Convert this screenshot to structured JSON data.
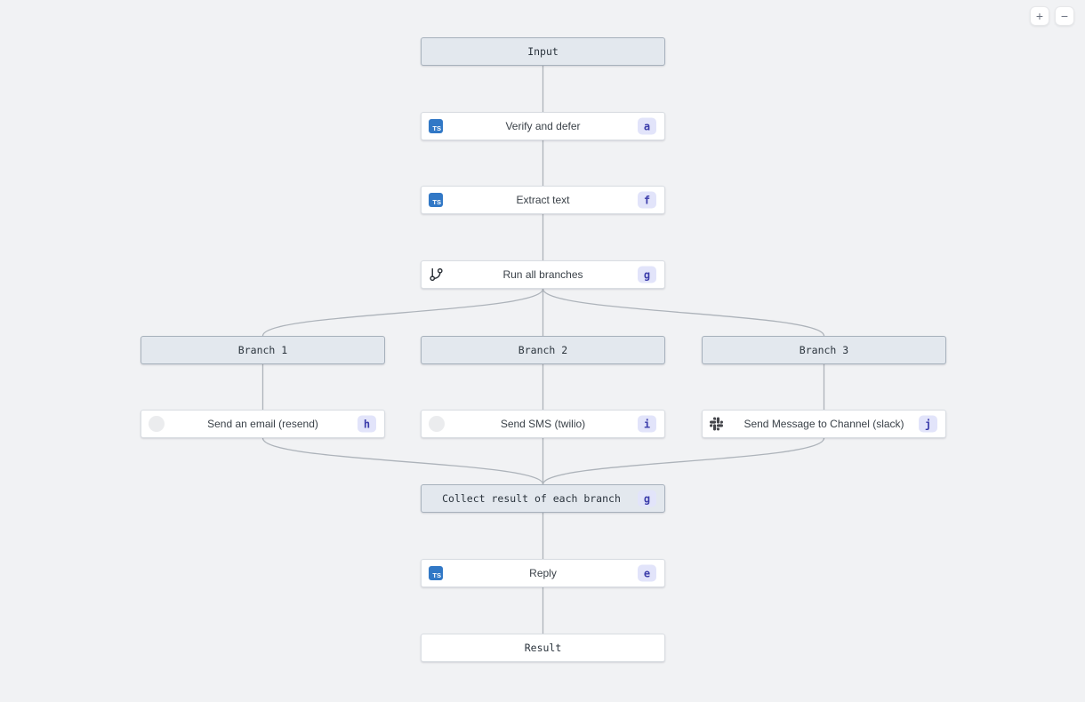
{
  "app": {
    "type": "workflow-diagram-canvas"
  },
  "zoom_controls": {
    "zoom_in": "+",
    "zoom_out": "−"
  },
  "icons": {
    "ts_text": "TS",
    "typescript_color": "#3178c6",
    "slack_color": "#45464b"
  },
  "colors": {
    "background": "#f1f2f4",
    "edge": "#adb3ba",
    "group_node_bg": "#e3e8ee",
    "group_node_border": "#a7b1bc",
    "task_node_bg": "#ffffff",
    "task_node_border": "#d9dde2",
    "badge_bg": "#e2e4fa",
    "badge_text": "#3b3caa"
  },
  "nodes": {
    "input": {
      "label": "Input"
    },
    "verify": {
      "label": "Verify and defer",
      "badge": "a",
      "icon": "typescript-icon"
    },
    "extract": {
      "label": "Extract text",
      "badge": "f",
      "icon": "typescript-icon"
    },
    "run_branches": {
      "label": "Run all branches",
      "badge": "g",
      "icon": "git-branch-icon"
    },
    "branch1": {
      "label": "Branch 1"
    },
    "branch2": {
      "label": "Branch 2"
    },
    "branch3": {
      "label": "Branch 3"
    },
    "email": {
      "label": "Send an email (resend)",
      "badge": "h",
      "icon": "resend-icon"
    },
    "sms": {
      "label": "Send SMS (twilio)",
      "badge": "i",
      "icon": "twilio-icon"
    },
    "slack": {
      "label": "Send Message to Channel (slack)",
      "badge": "j",
      "icon": "slack-icon"
    },
    "collect": {
      "label": "Collect result of each branch",
      "badge": "g"
    },
    "reply": {
      "label": "Reply",
      "badge": "e",
      "icon": "typescript-icon"
    },
    "result": {
      "label": "Result"
    }
  },
  "edges": [
    {
      "from": "input",
      "to": "verify"
    },
    {
      "from": "verify",
      "to": "extract"
    },
    {
      "from": "extract",
      "to": "run_branches"
    },
    {
      "from": "run_branches",
      "to": "branch1"
    },
    {
      "from": "run_branches",
      "to": "branch2"
    },
    {
      "from": "run_branches",
      "to": "branch3"
    },
    {
      "from": "branch1",
      "to": "email"
    },
    {
      "from": "branch2",
      "to": "sms"
    },
    {
      "from": "branch3",
      "to": "slack"
    },
    {
      "from": "email",
      "to": "collect"
    },
    {
      "from": "sms",
      "to": "collect"
    },
    {
      "from": "slack",
      "to": "collect"
    },
    {
      "from": "collect",
      "to": "reply"
    },
    {
      "from": "reply",
      "to": "result"
    }
  ]
}
